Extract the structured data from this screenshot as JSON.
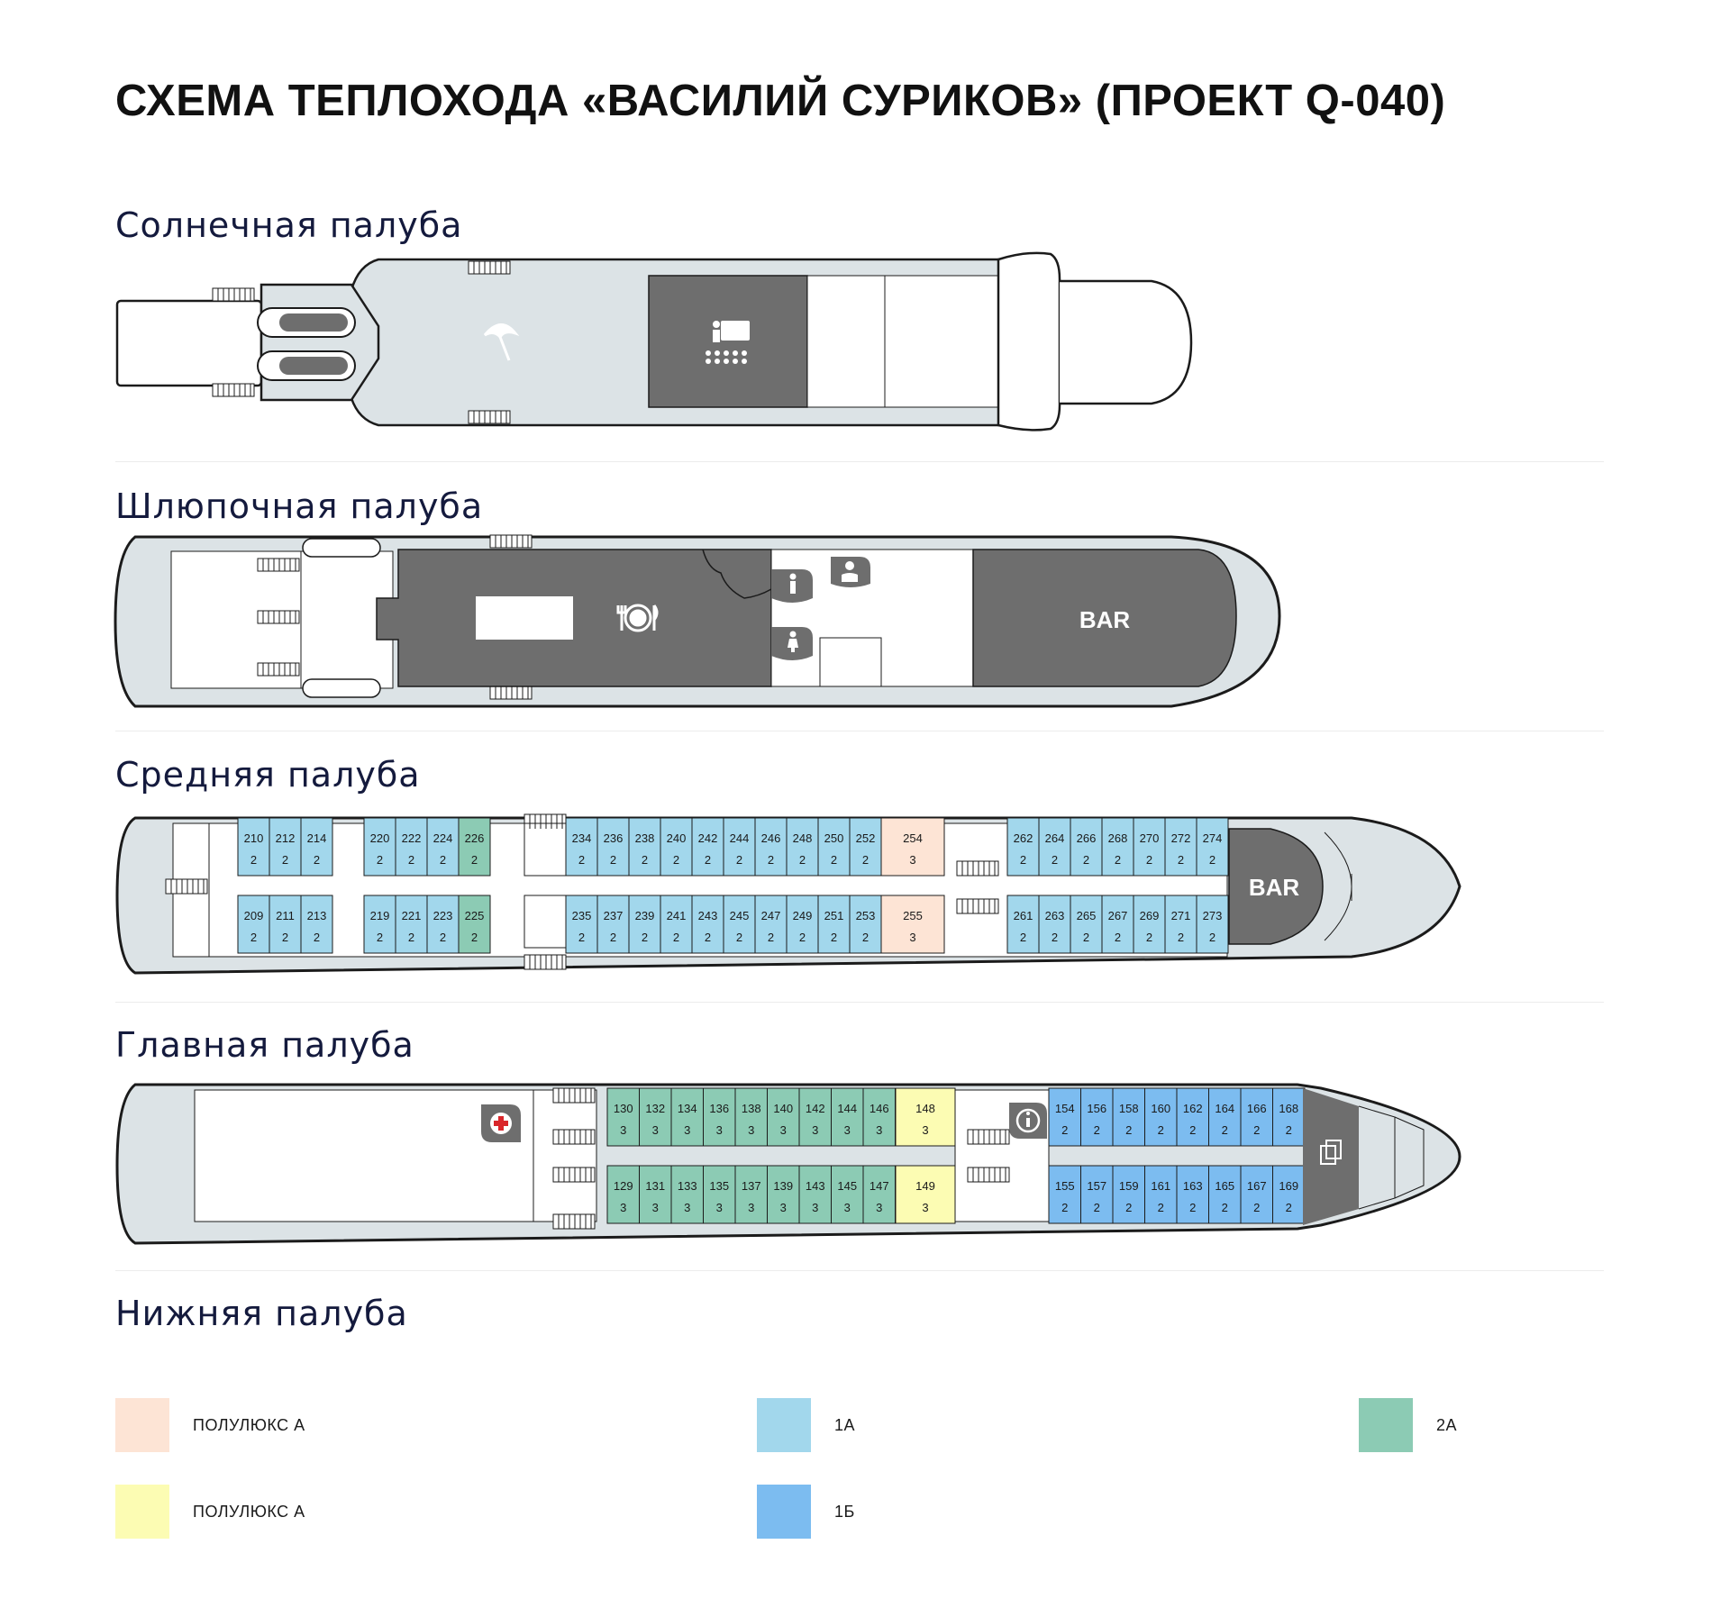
{
  "title": "СХЕМА ТЕПЛОХОДА «ВАСИЛИЙ СУРИКОВ» (ПРОЕКТ Q-040)",
  "colors": {
    "hull": "#dce3e6",
    "hull_stroke": "#1b1b1b",
    "dark": "#6e6e6e",
    "cabin_1a": "#a2d7ec",
    "cabin_1b": "#7cbcf0",
    "cabin_2a": "#8ccbb4",
    "cabin_semi_a_peach": "#fde4d5",
    "cabin_semi_a_yellow": "#fcfcb3"
  },
  "decks": {
    "sun": {
      "name": "Солнечная палуба"
    },
    "boat": {
      "name": "Шлюпочная палуба",
      "bar": "BAR"
    },
    "middle": {
      "name": "Средняя палуба",
      "bar": "BAR",
      "top_cabins": [
        {
          "n": "210",
          "c": "2",
          "cls": "1a"
        },
        {
          "n": "212",
          "c": "2",
          "cls": "1a"
        },
        {
          "n": "214",
          "c": "2",
          "cls": "1a"
        },
        {
          "n": "220",
          "c": "2",
          "cls": "1a"
        },
        {
          "n": "222",
          "c": "2",
          "cls": "1a"
        },
        {
          "n": "224",
          "c": "2",
          "cls": "1a"
        },
        {
          "n": "226",
          "c": "2",
          "cls": "2a"
        },
        {
          "n": "234",
          "c": "2",
          "cls": "1a"
        },
        {
          "n": "236",
          "c": "2",
          "cls": "1a"
        },
        {
          "n": "238",
          "c": "2",
          "cls": "1a"
        },
        {
          "n": "240",
          "c": "2",
          "cls": "1a"
        },
        {
          "n": "242",
          "c": "2",
          "cls": "1a"
        },
        {
          "n": "244",
          "c": "2",
          "cls": "1a"
        },
        {
          "n": "246",
          "c": "2",
          "cls": "1a"
        },
        {
          "n": "248",
          "c": "2",
          "cls": "1a"
        },
        {
          "n": "250",
          "c": "2",
          "cls": "1a"
        },
        {
          "n": "252",
          "c": "2",
          "cls": "1a"
        },
        {
          "n": "254",
          "c": "3",
          "cls": "semi_peach"
        },
        {
          "n": "262",
          "c": "2",
          "cls": "1a"
        },
        {
          "n": "264",
          "c": "2",
          "cls": "1a"
        },
        {
          "n": "266",
          "c": "2",
          "cls": "1a"
        },
        {
          "n": "268",
          "c": "2",
          "cls": "1a"
        },
        {
          "n": "270",
          "c": "2",
          "cls": "1a"
        },
        {
          "n": "272",
          "c": "2",
          "cls": "1a"
        },
        {
          "n": "274",
          "c": "2",
          "cls": "1a"
        }
      ],
      "bottom_cabins": [
        {
          "n": "209",
          "c": "2",
          "cls": "1a"
        },
        {
          "n": "211",
          "c": "2",
          "cls": "1a"
        },
        {
          "n": "213",
          "c": "2",
          "cls": "1a"
        },
        {
          "n": "219",
          "c": "2",
          "cls": "1a"
        },
        {
          "n": "221",
          "c": "2",
          "cls": "1a"
        },
        {
          "n": "223",
          "c": "2",
          "cls": "1a"
        },
        {
          "n": "225",
          "c": "2",
          "cls": "2a"
        },
        {
          "n": "235",
          "c": "2",
          "cls": "1a"
        },
        {
          "n": "237",
          "c": "2",
          "cls": "1a"
        },
        {
          "n": "239",
          "c": "2",
          "cls": "1a"
        },
        {
          "n": "241",
          "c": "2",
          "cls": "1a"
        },
        {
          "n": "243",
          "c": "2",
          "cls": "1a"
        },
        {
          "n": "245",
          "c": "2",
          "cls": "1a"
        },
        {
          "n": "247",
          "c": "2",
          "cls": "1a"
        },
        {
          "n": "249",
          "c": "2",
          "cls": "1a"
        },
        {
          "n": "251",
          "c": "2",
          "cls": "1a"
        },
        {
          "n": "253",
          "c": "2",
          "cls": "1a"
        },
        {
          "n": "255",
          "c": "3",
          "cls": "semi_peach"
        },
        {
          "n": "261",
          "c": "2",
          "cls": "1a"
        },
        {
          "n": "263",
          "c": "2",
          "cls": "1a"
        },
        {
          "n": "265",
          "c": "2",
          "cls": "1a"
        },
        {
          "n": "267",
          "c": "2",
          "cls": "1a"
        },
        {
          "n": "269",
          "c": "2",
          "cls": "1a"
        },
        {
          "n": "271",
          "c": "2",
          "cls": "1a"
        },
        {
          "n": "273",
          "c": "2",
          "cls": "1a"
        }
      ]
    },
    "main": {
      "name": "Главная палуба",
      "top_cabins": [
        {
          "n": "130",
          "c": "3",
          "cls": "2a"
        },
        {
          "n": "132",
          "c": "3",
          "cls": "2a"
        },
        {
          "n": "134",
          "c": "3",
          "cls": "2a"
        },
        {
          "n": "136",
          "c": "3",
          "cls": "2a"
        },
        {
          "n": "138",
          "c": "3",
          "cls": "2a"
        },
        {
          "n": "140",
          "c": "3",
          "cls": "2a"
        },
        {
          "n": "142",
          "c": "3",
          "cls": "2a"
        },
        {
          "n": "144",
          "c": "3",
          "cls": "2a"
        },
        {
          "n": "146",
          "c": "3",
          "cls": "2a"
        },
        {
          "n": "148",
          "c": "3",
          "cls": "semi_yellow"
        },
        {
          "n": "154",
          "c": "2",
          "cls": "1b"
        },
        {
          "n": "156",
          "c": "2",
          "cls": "1b"
        },
        {
          "n": "158",
          "c": "2",
          "cls": "1b"
        },
        {
          "n": "160",
          "c": "2",
          "cls": "1b"
        },
        {
          "n": "162",
          "c": "2",
          "cls": "1b"
        },
        {
          "n": "164",
          "c": "2",
          "cls": "1b"
        },
        {
          "n": "166",
          "c": "2",
          "cls": "1b"
        },
        {
          "n": "168",
          "c": "2",
          "cls": "1b"
        }
      ],
      "bottom_cabins": [
        {
          "n": "129",
          "c": "3",
          "cls": "2a"
        },
        {
          "n": "131",
          "c": "3",
          "cls": "2a"
        },
        {
          "n": "133",
          "c": "3",
          "cls": "2a"
        },
        {
          "n": "135",
          "c": "3",
          "cls": "2a"
        },
        {
          "n": "137",
          "c": "3",
          "cls": "2a"
        },
        {
          "n": "139",
          "c": "3",
          "cls": "2a"
        },
        {
          "n": "143",
          "c": "3",
          "cls": "2a"
        },
        {
          "n": "145",
          "c": "3",
          "cls": "2a"
        },
        {
          "n": "147",
          "c": "3",
          "cls": "2a"
        },
        {
          "n": "149",
          "c": "3",
          "cls": "semi_yellow"
        },
        {
          "n": "155",
          "c": "2",
          "cls": "1b"
        },
        {
          "n": "157",
          "c": "2",
          "cls": "1b"
        },
        {
          "n": "159",
          "c": "2",
          "cls": "1b"
        },
        {
          "n": "161",
          "c": "2",
          "cls": "1b"
        },
        {
          "n": "163",
          "c": "2",
          "cls": "1b"
        },
        {
          "n": "165",
          "c": "2",
          "cls": "1b"
        },
        {
          "n": "167",
          "c": "2",
          "cls": "1b"
        },
        {
          "n": "169",
          "c": "2",
          "cls": "1b"
        }
      ]
    },
    "lower": {
      "name": "Нижняя палуба"
    }
  },
  "legend": [
    {
      "label": "ПОЛУЛЮКС А",
      "color": "#fde4d5"
    },
    {
      "label": "1А",
      "color": "#a2d7ec"
    },
    {
      "label": "2А",
      "color": "#8ccbb4"
    },
    {
      "label": "ПОЛУЛЮКС А",
      "color": "#fcfcb3"
    },
    {
      "label": "1Б",
      "color": "#7cbcf0"
    }
  ],
  "icons": {
    "sun_deck": [
      "umbrella-icon",
      "cinema-hall-icon"
    ],
    "boat_deck": [
      "restaurant-icon",
      "wc-men-icon",
      "wc-women-icon",
      "lifeguard-icon"
    ],
    "main_deck": [
      "medical-icon",
      "info-icon",
      "documents-icon"
    ]
  }
}
